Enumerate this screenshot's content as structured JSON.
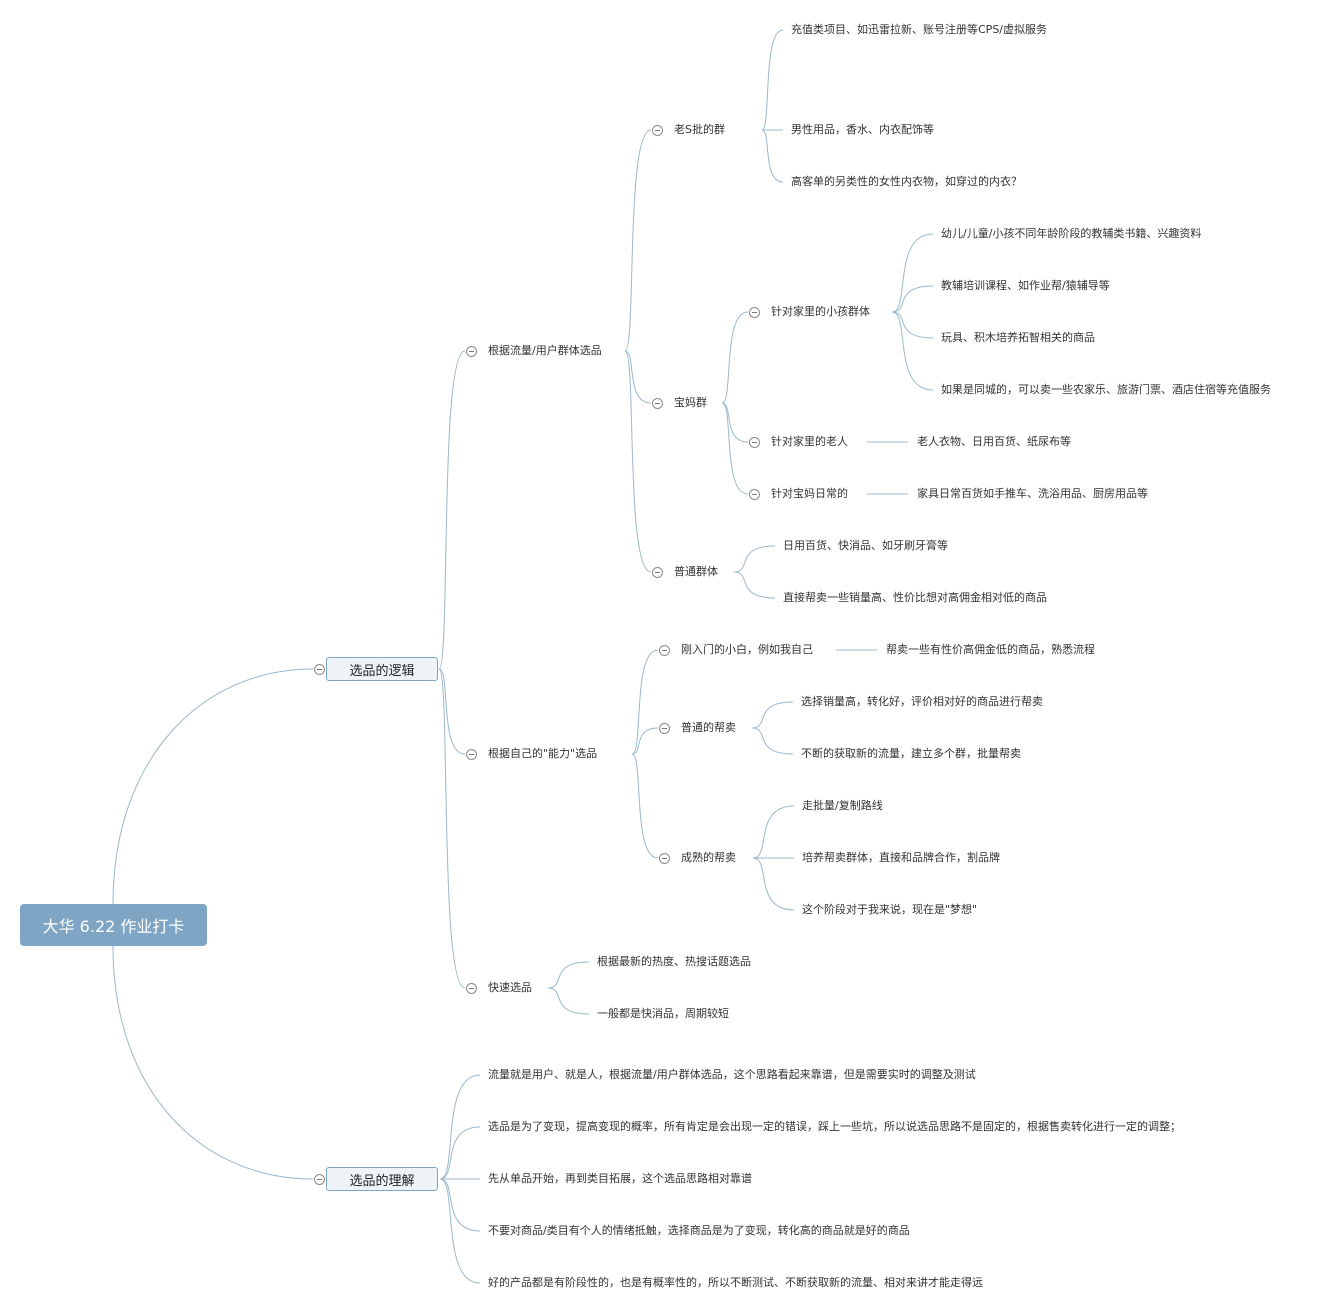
{
  "root": "大华 6.22 作业打卡",
  "logic": {
    "title": "选品的逻辑",
    "traffic": {
      "title": "根据流量/用户群体选品",
      "laos": {
        "title": "老S批的群",
        "items": [
          "充值类项目、如迅雷拉新、账号注册等CPS/虚拟服务",
          "男性用品，香水、内衣配饰等",
          "高客单的另类性的女性内衣物，如穿过的内衣？"
        ]
      },
      "baoma": {
        "title": "宝妈群",
        "kids": {
          "title": "针对家里的小孩群体",
          "items": [
            "幼儿/儿童/小孩不同年龄阶段的教辅类书籍、兴趣资料",
            "教辅培训课程、如作业帮/猿辅导等",
            "玩具、积木培养拓智相关的商品",
            "如果是同城的，可以卖一些农家乐、旅游门票、酒店住宿等充值服务"
          ]
        },
        "elder": {
          "title": "针对家里的老人",
          "item": "老人衣物、日用百货、纸尿布等"
        },
        "daily": {
          "title": "针对宝妈日常的",
          "item": "家具日常百货如手推车、洗浴用品、厨房用品等"
        }
      },
      "common": {
        "title": "普通群体",
        "items": [
          "日用百货、快消品、如牙刷牙膏等",
          "直接帮卖一些销量高、性价比想对高佣金相对低的商品"
        ]
      }
    },
    "ability": {
      "title": "根据自己的\"能力\"选品",
      "newbie": {
        "title": "刚入门的小白，例如我自己",
        "item": "帮卖一些有性价高佣金低的商品，熟悉流程"
      },
      "normal": {
        "title": "普通的帮卖",
        "items": [
          "选择销量高，转化好，评价相对好的商品进行帮卖",
          "不断的获取新的流量，建立多个群，批量帮卖"
        ]
      },
      "mature": {
        "title": "成熟的帮卖",
        "items": [
          "走批量/复制路线",
          "培养帮卖群体，直接和品牌合作，割品牌",
          "这个阶段对于我来说，现在是\"梦想\""
        ]
      }
    },
    "quick": {
      "title": "快速选品",
      "items": [
        "根据最新的热度、热搜话题选品",
        "一般都是快消品，周期较短"
      ]
    }
  },
  "understand": {
    "title": "选品的理解",
    "items": [
      "流量就是用户、就是人，根据流量/用户群体选品，这个思路看起来靠谱，但是需要实时的调整及测试",
      "选品是为了变现，提高变现的概率，所有肯定是会出现一定的错误，踩上一些坑，所以说选品思路不是固定的，根据售卖转化进行一定的调整；",
      "先从单品开始，再到类目拓展，这个选品思路相对靠谱",
      "不要对商品/类目有个人的情绪抵触，选择商品是为了变现，转化高的商品就是好的商品",
      "好的产品都是有阶段性的，也是有概率性的，所以不断测试、不断获取新的流量、相对来讲才能走得远"
    ]
  },
  "colors": {
    "root_fill": "#7ea6c4",
    "line": "#9bb8cc",
    "node_border": "#7ea6c4",
    "node_fill": "#eef3f8"
  }
}
